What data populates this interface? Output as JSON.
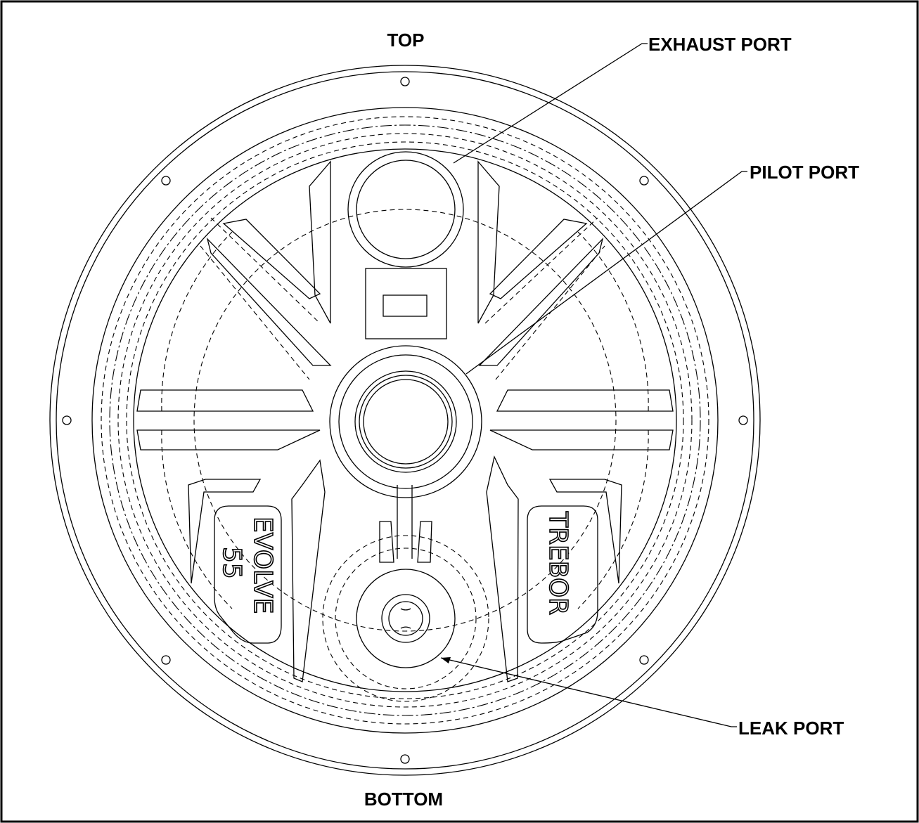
{
  "labels": {
    "top": "TOP",
    "bottom": "BOTTOM",
    "exhaust_port": "EXHAUST PORT",
    "pilot_port": "PILOT PORT",
    "leak_port": "LEAK PORT"
  },
  "embossing": {
    "left_line1": "EVOLVE",
    "left_line2": "55",
    "right": "TREBOR"
  }
}
